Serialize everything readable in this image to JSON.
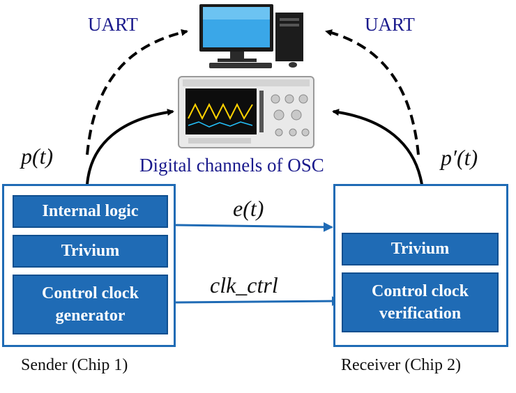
{
  "uart_left": "UART",
  "uart_right": "UART",
  "osc_caption": "Digital channels of OSC",
  "p_label": "p(t)",
  "p_prime_label": "p′(t)",
  "e_label": "e(t)",
  "clk_label": "clk_ctrl",
  "sender": {
    "caption": "Sender (Chip 1)",
    "blocks": [
      "Internal logic",
      "Trivium",
      "Control clock generator"
    ]
  },
  "receiver": {
    "caption": "Receiver (Chip 2)",
    "blocks": [
      "Trivium",
      "Control clock verification"
    ]
  },
  "colors": {
    "block_fill": "#1f6bb5",
    "chip_border": "#1f6bb5",
    "label_blue": "#1a1a8c"
  }
}
